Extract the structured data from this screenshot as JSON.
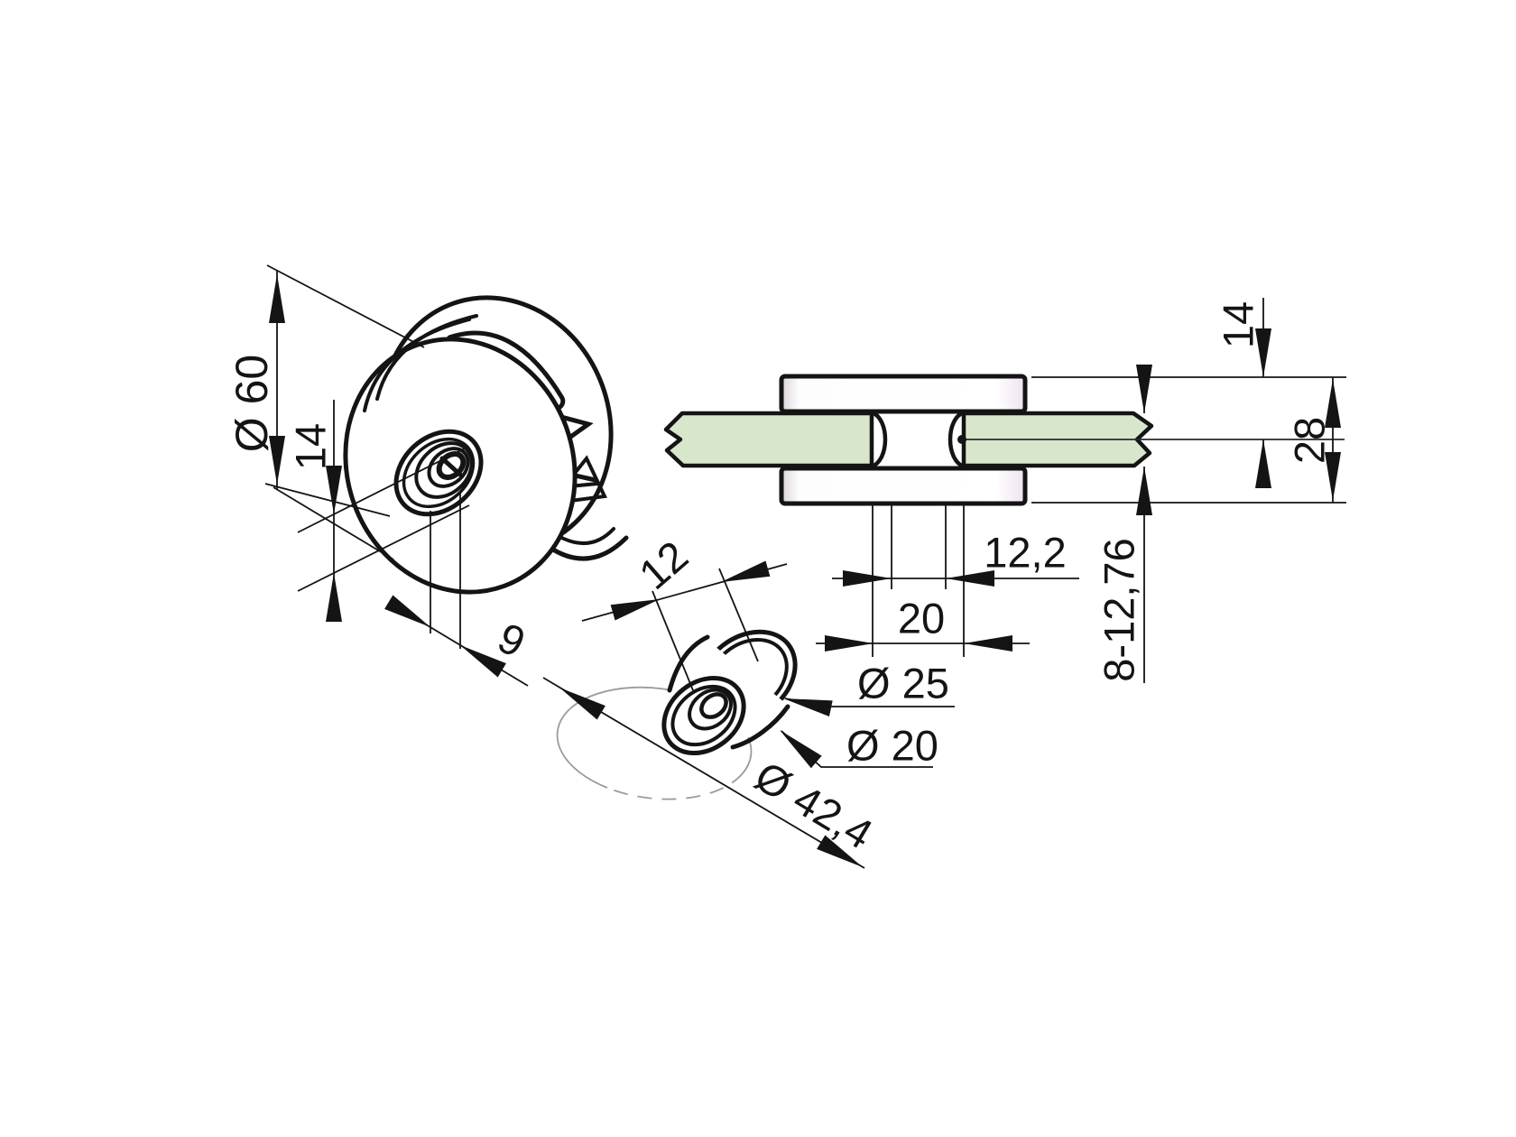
{
  "drawing": {
    "views": {
      "isometric": {
        "dimensions": {
          "outer_diameter": "Ø 60",
          "plate_thickness": "14",
          "hub_depth": "9"
        }
      },
      "bushing_detail": {
        "dimensions": {
          "length": "12",
          "flange_diameter": "Ø 25",
          "body_diameter": "Ø 20",
          "tube_diameter": "Ø 42,4"
        }
      },
      "section": {
        "dimensions": {
          "spacer_width": "12,2",
          "glass_gap": "20",
          "clamp_half_height": "14",
          "clamp_total_height": "28",
          "glass_thickness_range": "8-12,76"
        }
      }
    },
    "colors": {
      "line": "#141414",
      "glass": "#d8e7cc",
      "tube": "#9b9b9b",
      "background": "#ffffff"
    }
  }
}
